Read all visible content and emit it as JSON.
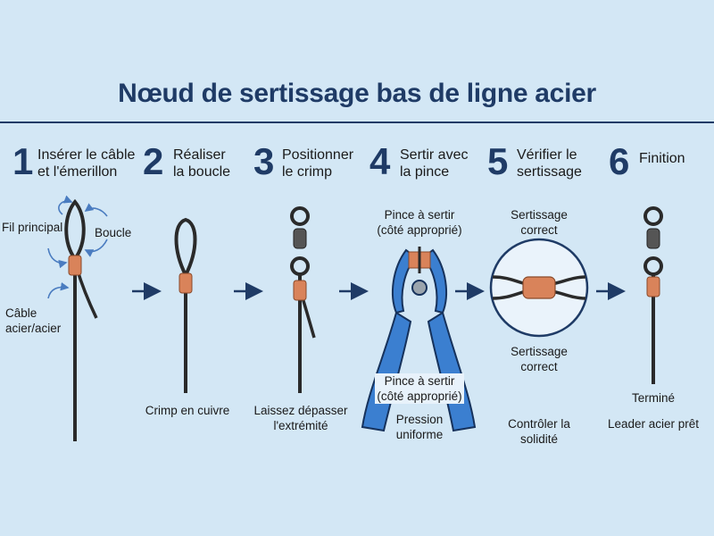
{
  "title": "Nœud de sertissage bas de ligne acier",
  "steps": [
    {
      "num": "1",
      "label": "Insérer le câble\net l'émerillon"
    },
    {
      "num": "2",
      "label": "Réaliser\nla boucle"
    },
    {
      "num": "3",
      "label": "Positionner\nle crimp"
    },
    {
      "num": "4",
      "label": "Sertir avec\nla pince"
    },
    {
      "num": "5",
      "label": "Vérifier le\nsertissage"
    },
    {
      "num": "6",
      "label": "Finition"
    }
  ],
  "annotations": {
    "fil_principal": "Fil principal",
    "boucle": "Boucle",
    "cable": "Câble\nacier/acier",
    "crimp_cuivre": "Crimp en cuivre",
    "laissez": "Laissez dépasser\nl'extrémité",
    "pince_top": "Pince à sertir\n(côté approprié)",
    "pince_bottom": "Pince à sertir\n(côté approprié)",
    "pression": "Pression\nuniforme",
    "sert_correct_top": "Sertissage\ncorrect",
    "sert_correct_bottom": "Sertissage\ncorrect",
    "controler": "Contrôler la\nsolidité",
    "termine": "Terminé",
    "leader": "Leader acier prêt"
  },
  "colors": {
    "background": "#d3e7f5",
    "heading": "#1f3b66",
    "copper": "#d9835a",
    "wire": "#2a2a2a",
    "pliers_blue": "#3b7fd0",
    "arrow": "#1f3b66"
  }
}
